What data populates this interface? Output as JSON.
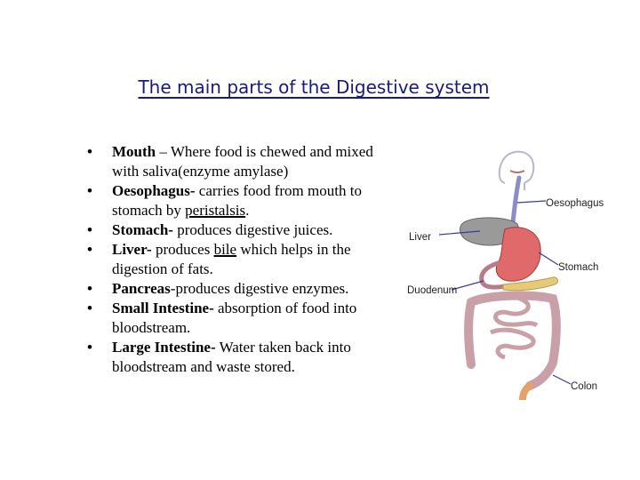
{
  "title": "The main parts of the Digestive system",
  "items": [
    {
      "term": "Mouth",
      "desc": " – Where food is chewed and mixed with saliva(enzyme amylase)"
    },
    {
      "term": "Oesophagus-",
      "desc_before": " carries food from mouth to stomach by ",
      "underlined": "peristalsis",
      "desc_after": "."
    },
    {
      "term": "Stomach-",
      "desc": " produces digestive juices."
    },
    {
      "term": "Liver-",
      "desc_before": " produces ",
      "underlined": "bile",
      "desc_after": " which helps in the digestion of fats."
    },
    {
      "term": "Pancreas",
      "desc": "-produces digestive enzymes."
    },
    {
      "term": "Small Intestine-",
      "desc": " absorption of food into bloodstream."
    },
    {
      "term": "Large Intestine-",
      "desc": " Water taken back into bloodstream and waste stored."
    }
  ],
  "diagram_labels": {
    "oesophagus": "Oesophagus",
    "liver": "Liver",
    "stomach": "Stomach",
    "duodenum": "Duodenum",
    "colon": "Colon"
  },
  "colors": {
    "title": "#1a1a7a",
    "leader_line": "#3a3aa0",
    "stomach": "#e06a6a",
    "liver": "#9a9a9a",
    "intestine": "#c9a0a8",
    "colon": "#e2a26a",
    "pancreas": "#e7c97a",
    "esophagus": "#8c8cc8"
  }
}
